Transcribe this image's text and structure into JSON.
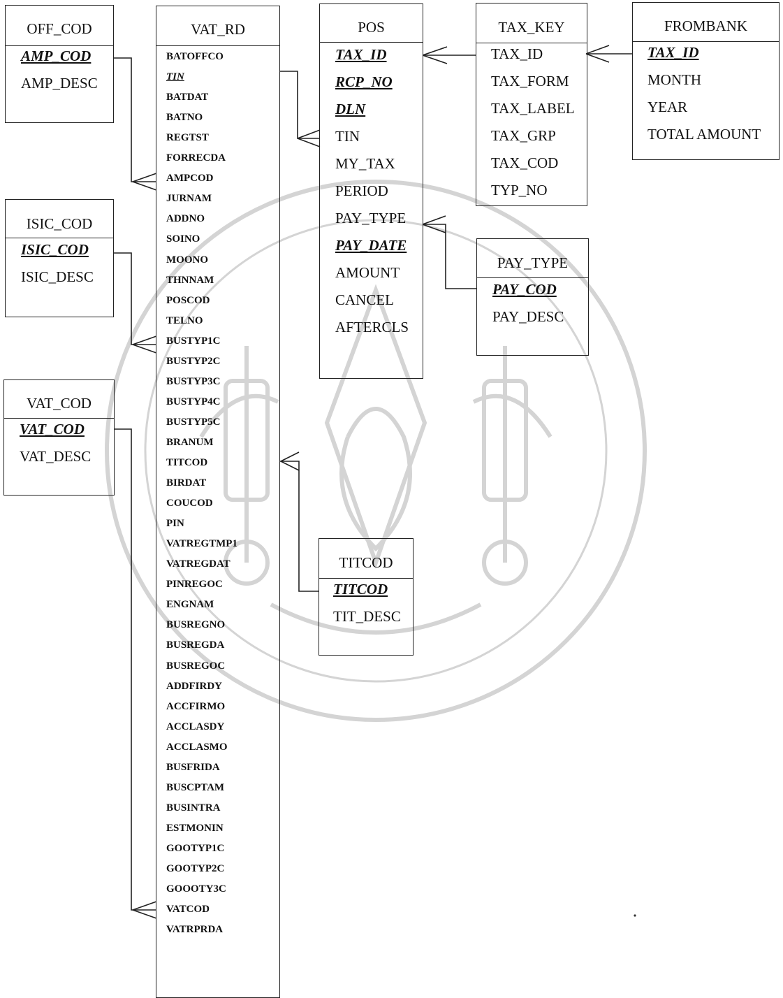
{
  "entities": {
    "off_cod": {
      "title": "OFF_COD",
      "fields": [
        {
          "name": "AMP_COD",
          "pk": true
        },
        {
          "name": "AMP_DESC",
          "pk": false
        }
      ]
    },
    "isic_cod": {
      "title": "ISIC_COD",
      "fields": [
        {
          "name": "ISIC_COD",
          "pk": true
        },
        {
          "name": "ISIC_DESC",
          "pk": false
        }
      ]
    },
    "vat_cod": {
      "title": "VAT_COD",
      "fields": [
        {
          "name": "VAT_COD",
          "pk": true
        },
        {
          "name": "VAT_DESC",
          "pk": false
        }
      ]
    },
    "vat_rd": {
      "title": "VAT_RD",
      "fields": [
        {
          "name": "BATOFFCO",
          "pk": false
        },
        {
          "name": "TIN",
          "pk": true
        },
        {
          "name": "BATDAT",
          "pk": false
        },
        {
          "name": "BATNO",
          "pk": false
        },
        {
          "name": "REGTST",
          "pk": false
        },
        {
          "name": "FORRECDA",
          "pk": false
        },
        {
          "name": "AMPCOD",
          "pk": false
        },
        {
          "name": "JURNAM",
          "pk": false
        },
        {
          "name": "ADDNO",
          "pk": false
        },
        {
          "name": "SOINO",
          "pk": false
        },
        {
          "name": "MOONO",
          "pk": false
        },
        {
          "name": "THNNAM",
          "pk": false
        },
        {
          "name": "POSCOD",
          "pk": false
        },
        {
          "name": "TELNO",
          "pk": false
        },
        {
          "name": "BUSTYP1C",
          "pk": false
        },
        {
          "name": "BUSTYP2C",
          "pk": false
        },
        {
          "name": "BUSTYP3C",
          "pk": false
        },
        {
          "name": "BUSTYP4C",
          "pk": false
        },
        {
          "name": "BUSTYP5C",
          "pk": false
        },
        {
          "name": "BRANUM",
          "pk": false
        },
        {
          "name": "TITCOD",
          "pk": false
        },
        {
          "name": "BIRDAT",
          "pk": false
        },
        {
          "name": "COUCOD",
          "pk": false
        },
        {
          "name": "PIN",
          "pk": false
        },
        {
          "name": "VATREGTMP1",
          "pk": false
        },
        {
          "name": "VATREGDAT",
          "pk": false
        },
        {
          "name": "PINREGOC",
          "pk": false
        },
        {
          "name": "ENGNAM",
          "pk": false
        },
        {
          "name": "BUSREGNO",
          "pk": false
        },
        {
          "name": "BUSREGDA",
          "pk": false
        },
        {
          "name": "BUSREGOC",
          "pk": false
        },
        {
          "name": "ADDFIRDY",
          "pk": false
        },
        {
          "name": "ACCFIRMO",
          "pk": false
        },
        {
          "name": "ACCLASDY",
          "pk": false
        },
        {
          "name": "ACCLASMO",
          "pk": false
        },
        {
          "name": "BUSFRIDA",
          "pk": false
        },
        {
          "name": "BUSCPTAM",
          "pk": false
        },
        {
          "name": "BUSINTRA",
          "pk": false
        },
        {
          "name": "ESTMONIN",
          "pk": false
        },
        {
          "name": "GOOTYP1C",
          "pk": false
        },
        {
          "name": "GOOTYP2C",
          "pk": false
        },
        {
          "name": "GOOOTY3C",
          "pk": false
        },
        {
          "name": "VATCOD",
          "pk": false
        },
        {
          "name": "VATRPRDA",
          "pk": false
        }
      ]
    },
    "pos": {
      "title": "POS",
      "fields": [
        {
          "name": "TAX_ID",
          "pk": true
        },
        {
          "name": "RCP_NO",
          "pk": true
        },
        {
          "name": "DLN",
          "pk": true
        },
        {
          "name": "TIN",
          "pk": false
        },
        {
          "name": "MY_TAX",
          "pk": false
        },
        {
          "name": "PERIOD",
          "pk": false
        },
        {
          "name": "PAY_TYPE",
          "pk": false
        },
        {
          "name": "PAY_DATE",
          "pk": true
        },
        {
          "name": "AMOUNT",
          "pk": false
        },
        {
          "name": "CANCEL",
          "pk": false
        },
        {
          "name": "AFTERCLS",
          "pk": false
        }
      ]
    },
    "tax_key": {
      "title": "TAX_KEY",
      "fields": [
        {
          "name": "TAX_ID",
          "pk": false
        },
        {
          "name": "TAX_FORM",
          "pk": false
        },
        {
          "name": "TAX_LABEL",
          "pk": false
        },
        {
          "name": "TAX_GRP",
          "pk": false
        },
        {
          "name": "TAX_COD",
          "pk": false
        },
        {
          "name": "TYP_NO",
          "pk": false
        }
      ]
    },
    "frombank": {
      "title": "FROMBANK",
      "fields": [
        {
          "name": "TAX_ID",
          "pk": true
        },
        {
          "name": "MONTH",
          "pk": false
        },
        {
          "name": "YEAR",
          "pk": false
        },
        {
          "name": "TOTAL AMOUNT",
          "pk": false
        }
      ]
    },
    "pay_type": {
      "title": "PAY_TYPE",
      "fields": [
        {
          "name": "PAY_COD",
          "pk": true
        },
        {
          "name": "PAY_DESC",
          "pk": false
        }
      ]
    },
    "titcod": {
      "title": "TITCOD",
      "fields": [
        {
          "name": "TITCOD",
          "pk": true
        },
        {
          "name": "TIT_DESC",
          "pk": false
        }
      ]
    }
  },
  "colors": {
    "line": "#222222",
    "watermark": "#cfcfcf"
  }
}
